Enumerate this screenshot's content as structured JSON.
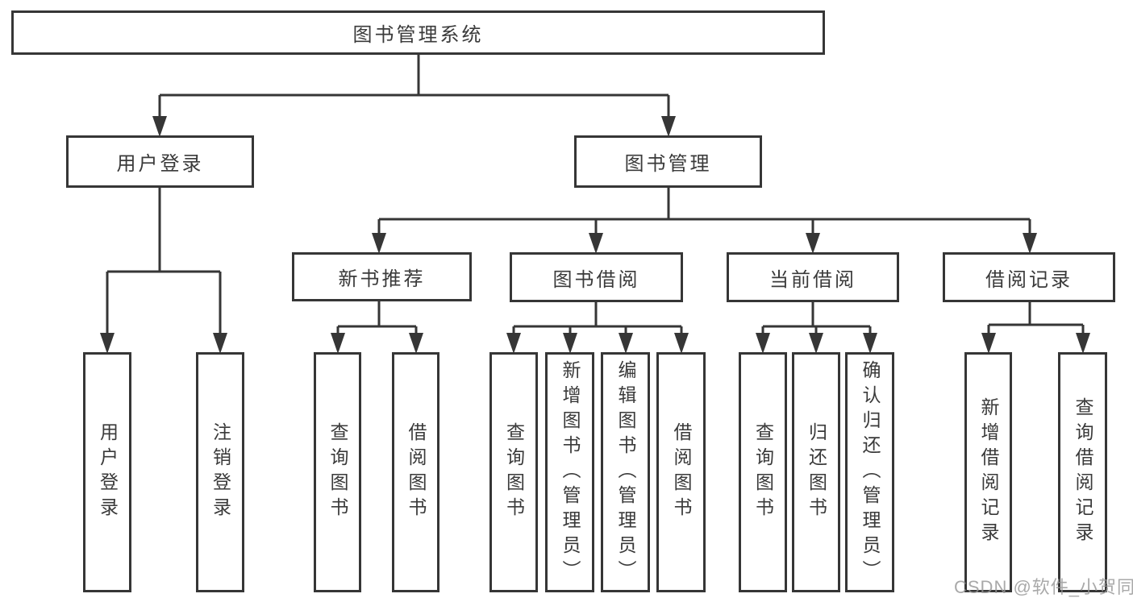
{
  "diagram": {
    "background_color": "#ffffff",
    "line_color": "#363636",
    "text_color": "#3a3a3a",
    "watermark_color": "#969696",
    "watermark": "CSDN @软件_小贺同学",
    "nodes": {
      "root": "图书管理系统",
      "user_login": "用户登录",
      "book_mgmt": "图书管理",
      "new_books": "新书推荐",
      "book_borrow": "图书借阅",
      "current_borrow": "当前借阅",
      "borrow_records": "借阅记录",
      "leaf_user_login": "用户登录",
      "leaf_logout": "注销登录",
      "leaf_nb_query": "查询图书",
      "leaf_nb_borrow": "借阅图书",
      "leaf_bb_query": "查询图书",
      "leaf_bb_add": "新增图书（管理员）",
      "leaf_bb_edit": "编辑图书（管理员）",
      "leaf_bb_borrow": "借阅图书",
      "leaf_cb_query": "查询图书",
      "leaf_cb_return": "归还图书",
      "leaf_cb_confirm": "确认归还（管理员）",
      "leaf_br_add": "新增借阅记录",
      "leaf_br_query": "查询借阅记录"
    },
    "hierarchy": {
      "图书管理系统": {
        "用户登录": [
          "用户登录",
          "注销登录"
        ],
        "图书管理": {
          "新书推荐": [
            "查询图书",
            "借阅图书"
          ],
          "图书借阅": [
            "查询图书",
            "新增图书（管理员）",
            "编辑图书（管理员）",
            "借阅图书"
          ],
          "当前借阅": [
            "查询图书",
            "归还图书",
            "确认归还（管理员）"
          ],
          "借阅记录": [
            "新增借阅记录",
            "查询借阅记录"
          ]
        }
      }
    }
  }
}
